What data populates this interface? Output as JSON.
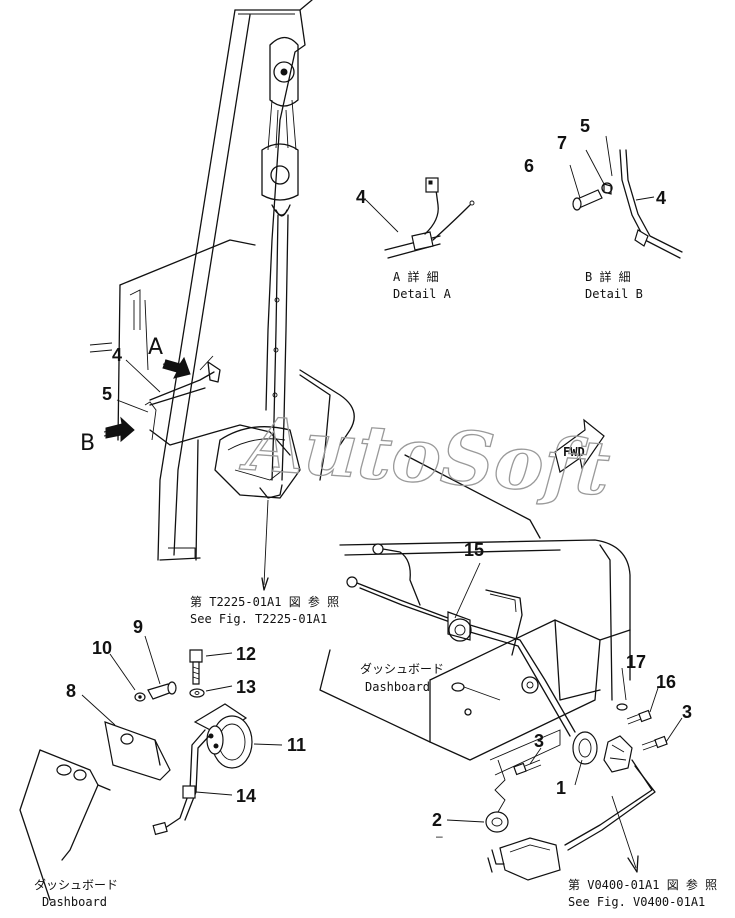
{
  "callouts": {
    "n1": "1",
    "n2": "2",
    "n3": "3",
    "n4": "4",
    "n5": "5",
    "n6": "6",
    "n7": "7",
    "n8": "8",
    "n9": "9",
    "n10": "10",
    "n11": "11",
    "n12": "12",
    "n13": "13",
    "n14": "14",
    "n15": "15",
    "n16": "16",
    "n17": "17"
  },
  "view_letters": {
    "a": "A",
    "b": "B"
  },
  "details": {
    "a_jp": "A 詳 細",
    "a_en": "Detail A",
    "b_jp": "B 詳 細",
    "b_en": "Detail B"
  },
  "references": {
    "t2225_jp": "第 T2225-01A1 図 参 照",
    "t2225_en": "See Fig. T2225-01A1",
    "v0400_jp": "第 V0400-01A1 図 参 照",
    "v0400_en": "See Fig. V0400-01A1"
  },
  "dashboard_labels": {
    "right_jp": "ダッシュボード",
    "right_en": "Dashboard",
    "left_jp": "ダッシュボード",
    "left_en": "Dashboard"
  },
  "direction_sign": "FWD",
  "watermark": "AutoSoft"
}
